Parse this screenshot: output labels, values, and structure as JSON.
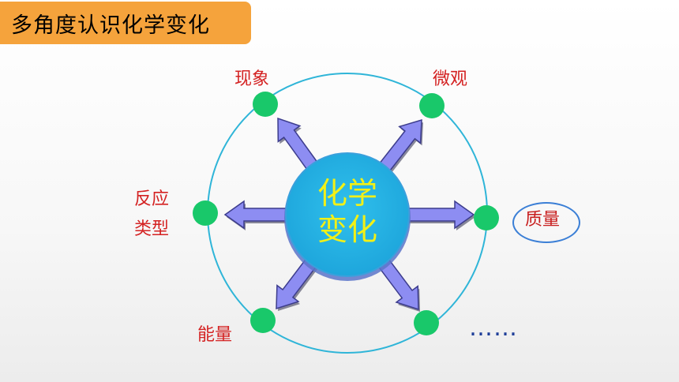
{
  "title": "多角度认识化学变化",
  "center": {
    "line1": "化学",
    "line2": "变化"
  },
  "aspects": {
    "phenomenon": "现象",
    "micro": "微观",
    "reaction_type_1": "反应",
    "reaction_type_2": "类型",
    "mass": "质量",
    "energy": "能量",
    "more": "……"
  },
  "colors": {
    "title_bg": "#f5a33c",
    "orbit": "#2fb5d8",
    "node": "#19c86a",
    "center_fill": "#28b6e6",
    "center_text": "#f2f016",
    "arrow_fill": "#8d8df2",
    "label": "#d42222"
  }
}
